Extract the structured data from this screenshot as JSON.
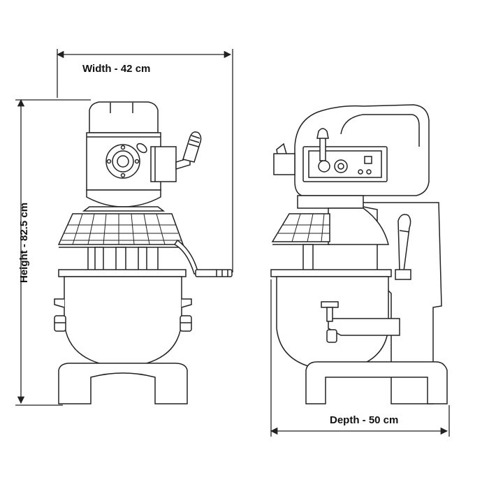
{
  "dimensions": {
    "width_label": "Width - 42 cm",
    "height_label": "Height -  82.5 cm",
    "depth_label": "Depth - 50 cm"
  },
  "views": [
    {
      "name": "front-view"
    },
    {
      "name": "side-view"
    }
  ],
  "colors": {
    "line": "#222222",
    "background": "#ffffff"
  }
}
